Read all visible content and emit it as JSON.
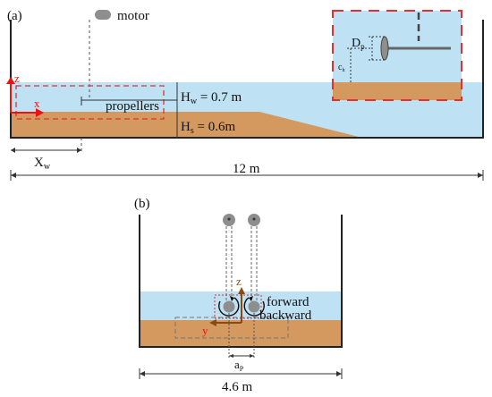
{
  "panel_a": {
    "label": "(a)",
    "motor_label": "motor",
    "propellers_label": "propellers",
    "water_depth": {
      "symbol": "H",
      "sub": "w",
      "value": " = 0.7 m"
    },
    "sediment_depth": {
      "symbol": "H",
      "sub": "s",
      "value": " = 0.6m"
    },
    "xw": {
      "symbol": "X",
      "sub": "w"
    },
    "length_label": "12 m",
    "axis_z": "z",
    "axis_x": "x",
    "inset": {
      "dp": {
        "symbol": "D",
        "sub": "p"
      },
      "ch": {
        "symbol": "c",
        "sub": "h"
      }
    }
  },
  "panel_b": {
    "label": "(b)",
    "axis_z": "z",
    "axis_y": "y",
    "forward_label": "forward",
    "backward_label": "backward",
    "ap": {
      "symbol": "a",
      "sub": "P"
    },
    "width_label": "4.6 m"
  },
  "colors": {
    "water": "#bfe1f4",
    "sediment": "#d3995f",
    "tank": "#222222",
    "red_dash": "#e23030",
    "motor": "#8e8e8e"
  }
}
